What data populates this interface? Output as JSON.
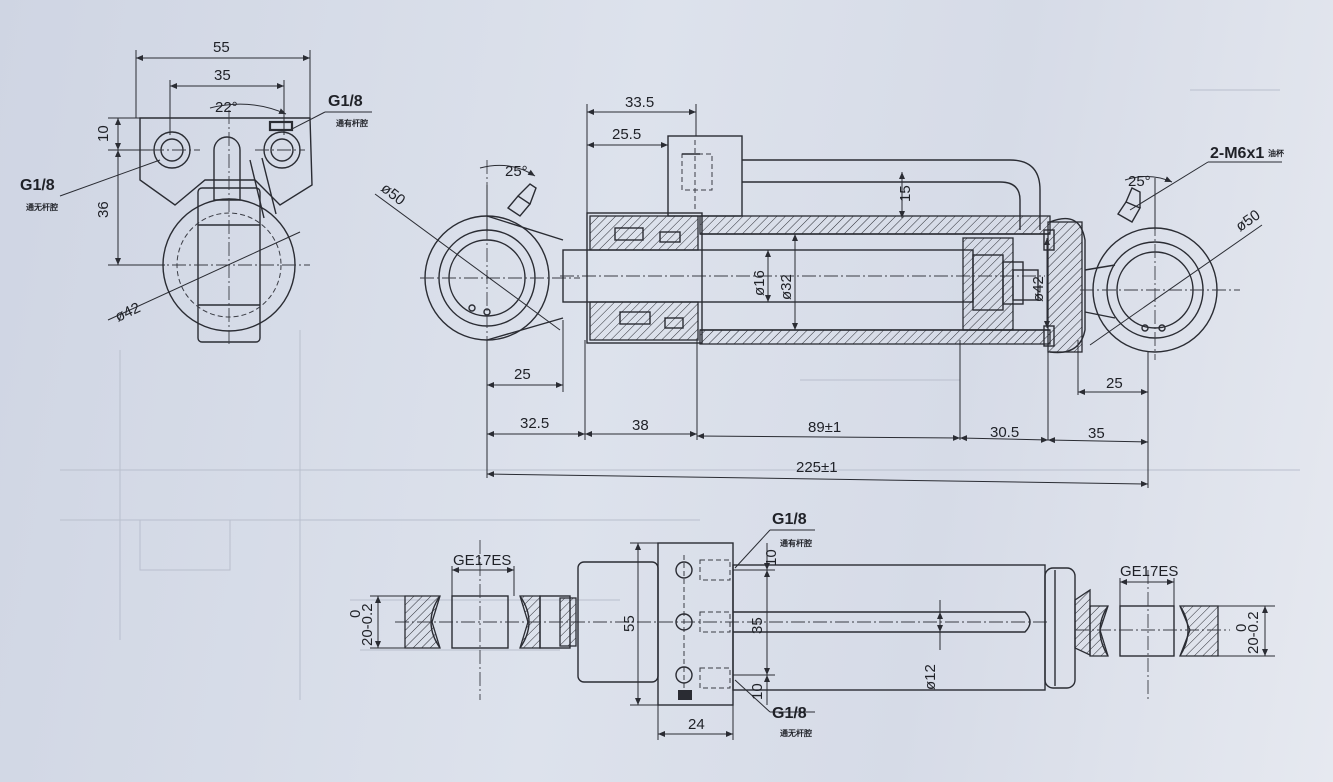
{
  "end_view": {
    "dim_width_total": "55",
    "dim_port_spacing": "35",
    "dim_angle": "22°",
    "dim_port_height": "10",
    "dim_center_height": "36",
    "dim_bore_dia": "ø42",
    "port_right_label": "G1/8",
    "port_right_note": "通有杆腔",
    "port_left_label": "G1/8",
    "port_left_note": "通无杆腔"
  },
  "side_view": {
    "dim_33_5": "33.5",
    "dim_25_5": "25.5",
    "dim_15": "15",
    "dim_angle_left": "25°",
    "dim_angle_right": "25°",
    "dim_eye_left": "ø50",
    "dim_eye_right": "ø50",
    "dim_rod": "ø16",
    "dim_bore": "ø32",
    "dim_piston": "ø42",
    "thread_label": "2-M6x1",
    "thread_note": "油杯",
    "dim_eye_offset_left": "25",
    "dim_eye_offset_right": "25",
    "dim_seg_1": "32.5",
    "dim_seg_2": "38",
    "dim_seg_3": "89±1",
    "dim_seg_4": "30.5",
    "dim_seg_5": "35",
    "dim_overall": "225±1"
  },
  "plan_view": {
    "bearing_left": "GE17ES",
    "bearing_right": "GE17ES",
    "tol_left_top": "0",
    "tol_left_main": "20-0.2",
    "tol_right_top": "0",
    "tol_right_main": "20-0.2",
    "dim_55": "55",
    "dim_35": "35",
    "dim_10_top": "10",
    "dim_10_bottom": "10",
    "dim_rod_dia": "ø12",
    "dim_24": "24",
    "port_top_label": "G1/8",
    "port_top_note": "通有杆腔",
    "port_bottom_label": "G1/8",
    "port_bottom_note": "通无杆腔"
  }
}
